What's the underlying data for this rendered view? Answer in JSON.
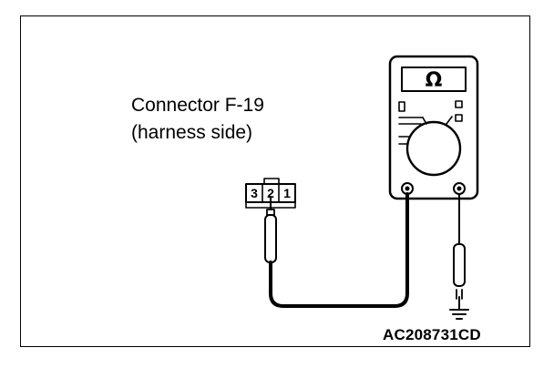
{
  "connector": {
    "title": "Connector F-19",
    "subtitle": "(harness side)",
    "pins": [
      "3",
      "2",
      "1"
    ]
  },
  "meter": {
    "mode_symbol": "Ω",
    "icon": "ohmmeter-icon"
  },
  "figure_code": "AC208731CD",
  "colors": {
    "line": "#000000",
    "background": "#ffffff"
  }
}
